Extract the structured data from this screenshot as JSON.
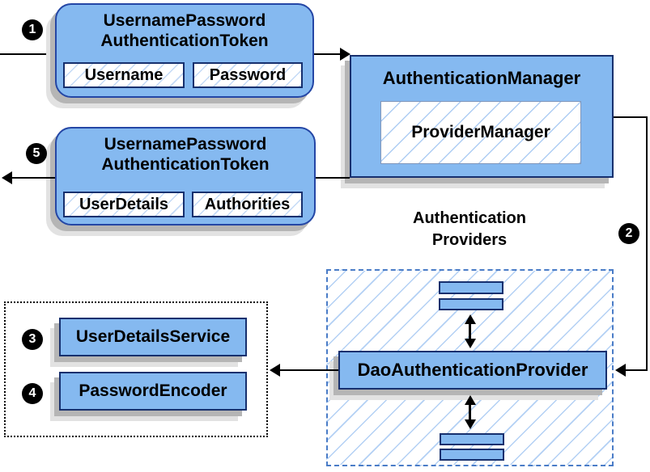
{
  "badges": {
    "one": "1",
    "two": "2",
    "three": "3",
    "four": "4",
    "five": "5"
  },
  "request_token": {
    "title": "UsernamePassword\nAuthenticationToken",
    "field1": "Username",
    "field2": "Password"
  },
  "auth_manager": {
    "title": "AuthenticationManager",
    "provider": "ProviderManager"
  },
  "providers_group": {
    "label": "Authentication\nProviders",
    "dao": "DaoAuthenticationProvider"
  },
  "services": {
    "user_details_service": "UserDetailsService",
    "password_encoder": "PasswordEncoder"
  },
  "response_token": {
    "title": "UsernamePassword\nAuthenticationToken",
    "field1": "UserDetails",
    "field2": "Authorities"
  },
  "colors": {
    "box_fill": "#85b9f0",
    "box_border": "#17306e",
    "rounded_border": "#2446a5",
    "hatch_line": "#aecdf3",
    "dashed_border": "#4a7cc7",
    "shadow_dark": "#b5b5b5",
    "shadow_light": "#e2e2e2",
    "line": "#000000"
  }
}
